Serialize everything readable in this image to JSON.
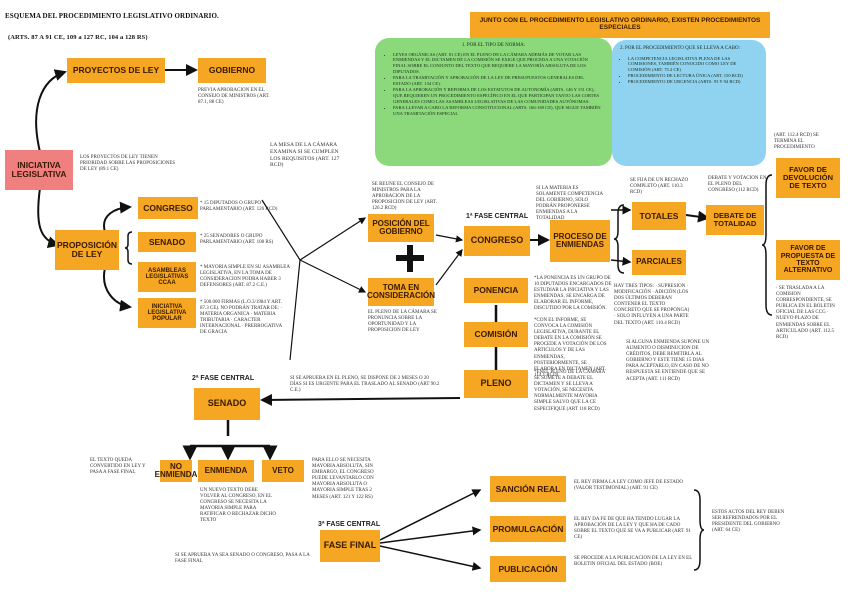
{
  "header": {
    "title": "ESQUEMA DEL PROCEDIMIENTO LEGISLATIVO ORDINARIO.",
    "subtitle": "(ARTS. 87 A 91 CE, 109 a 127 RC, 104 a 128 RS)"
  },
  "boxes": {
    "iniciativa": "INICIATIVA LEGISLATIVA",
    "proyectos": "PROYECTOS DE LEY",
    "gobierno": "GOBIERNO",
    "proposicion": "PROPOSICIÓN DE LEY",
    "congreso": "CONGRESO",
    "senado_ini": "SENADO",
    "asambleas": "ASAMBLEAS LEGISLATIVAS CCAA",
    "popular": "INICIATIVA LEGISLATIVA POPULAR",
    "posicion_gobierno": "POSICIÓN DEL GOBIERNO",
    "toma": "TOMA EN CONSIDERACIÓN",
    "congreso_fase": "CONGRESO",
    "ponencia": "PONENCIA",
    "comision": "COMISIÓN",
    "pleno": "PLENO",
    "proceso_enmiendas": "PROCESO DE ENMIENDAS",
    "totales": "TOTALES",
    "parciales": "PARCIALES",
    "debate_totalidad": "DEBATE DE TOTALIDAD",
    "favor_devolucion": "FAVOR DE DEVOLUCIÓN DE TEXTO",
    "favor_propuesta": "FAVOR DE PROPUESTA DE TEXTO ALTERNATIVO",
    "senado_fase": "SENADO",
    "no_enmienda": "NO ENMIENDA",
    "enmienda": "ENMIENDA",
    "veto": "VETO",
    "fase_final": "FASE FINAL",
    "sancion": "SANCIÓN REAL",
    "promulgacion": "PROMULGACIÓN",
    "publicacion": "PUBLICACIÓN",
    "junto": "JUNTO CON EL PROCEDIMIENTO LEGISLATIVO ORDINARIO, EXISTEN PROCEDIMIENTOS ESPECIALES"
  },
  "phases": {
    "fase1": "1ª FASE CENTRAL",
    "fase2": "2ª FASE CENTRAL",
    "fase3": "3ª FASE CENTRAL"
  },
  "notes": {
    "gobierno_note": "PREVIA APROBACION EN EL CONSEJO DE MINISTROS (ART. 87.1, 88 CE)",
    "proyectos_note": "LOS PROYECTOS DE LEY TIENEN PRIORIDAD SOBRE LAS PROPOSICIONES DE LEY (89.1 CE)",
    "congreso_note": "* 15 DIPUTADOS O GRUPO PARLAMENTARIO (ART. 126 RCD)",
    "senado_note": "* 25 SENADORES O GRUPO PARLAMENTARIO (ART. 108 RS)",
    "asambleas_note": "* MAYORIA SIMPLE EN SU ASAMBLEA LEGISLATIVA, EN LA TOMA DE CONSIDERACION PODRA HABER 3 DEFENSORES (ART. 87.2 C.E.)",
    "popular_note": "* 500.000 FIRMAS (L.O.3/1984 Y ART. 87.3 CE). NO PODRÁN TRATAR DE: · MATERIA ORGANICA · MATERIA TRIBUTARIA · CARACTER INTERNACIONAL · PRERROGATIVA DE GRACIA",
    "mesa": "LA MESA DE LA CÁMARA EXAMINA SI SE CUMPLEN LOS REQUISITOS (ART. 127 RCD)",
    "reune": "SE REUNE EL CONSEJO DE MINISTROS PARA LA APROBACION DE LA PROPOSICION DE LEY (ART. 126.2 RCD)",
    "pleno_camara": "EL PLENO DE LA CÁMARA SE PRONUNCIA SOBRE LA OPORTUNIDAD Y LA PROPOSICION DE LEY",
    "materia": "SI LA MATERIA ES SOLAMENTE COMPETENCIA DEL GOBIERNO, SOLO PODRÁN PROPONERSE ENMIENDAS A LA TOTALIDAD",
    "fija": "SE FIJA DE UN RECHAZO COMPLETO (ART. 110.3 RCD)",
    "debate_note": "DEBATE Y VOTACION EN EL PLENO DEL CONGRESO (112 RCD)",
    "art112": "(ART. 112.4 RCD) SE TERMINA EL PROCEDIMIENTO",
    "traslada": "· SE TRASLADA A LA COMISION CORRESPONDIENTE, SE PUBLICA EN EL BOLETIN OFICIAL DE LAS CCG · NUEVO PLAZO DE ENMIENDAS SOBRE EL ARTICULADO (ART. 112.5 RCD)",
    "tipos": "HAY TRES TIPOS: · SUPRESION · MODIFICACIÓN · ADICIÓN (LOS DOS ÚLTIMOS DEBERAN CONTENER EL TEXTO CONCRETO QUE SE PROPONGA) · SOLO INFLUYEN A UNA PARTE DEL TEXTO (ART. 110.4 RCD)",
    "ponencia_note": "*LA PONENCIA ES UN GRUPO DE 10 DIPUTADOS ENCARGADOS DE ESTUDIAR LA INICIATIVA Y LAS ENMIENDAS, SE ENCARGA DE ELABORAR EL INFORME, DISCUTIDO POR LA COMISIÓN.",
    "comision_note": "*CON EL INFORME, SE CONVOCA LA COMISIÓN LEGISLATIVA, DURANTE EL DEBATE EN LA COMISIÓN SE PROCEDE A VOTACIÓN DE LOS ARTICULOS Y DE LAS ENMIENDAS, POSTERIORMENTE, SE ELABORA EN DICTAMEN (ART. 114.1 RCD)",
    "pleno_note": "*ENEL PLENO DE LA CÁMARA SE SOMETE A DEBATE EL DICTAMEN Y SE LLEVA A VOTACIÓN, SE NECESITA NORMALMENTE MAYORIA SIMPLE SALVO QUE LA CE ESPECIFIQUE (ART 118 RCD)",
    "enmienda_sup": "SI ALGUNA ENMIENDA SUPONE UN AUMENTO O DISMINUCION DE CRÉDITOS, DEBE REMITIRLA AL GOBIERNO Y ESTE TIENE 15 DIAS PARA ACEPTARLO, EN CASO DE NO RESPUESTA SE ENTIENDE QUE SE ACEPTA (ART. 111 RCD)",
    "aprueba_pleno": "SI SE APRUEBA EN EL PLENO, SE DISPONE DE 2 MESES O 20 DÍAS SI ES URGENTE PARA EL TRASLADO AL SENADO (ART 90.2 C.E.)",
    "texto_queda": "EL TEXTO QUEDA CONVERTIDO EN LEY Y PASA A FASE FINAL",
    "nuevo_texto": "UN NUEVO TEXTO DEBE VOLVER AL CONGRESO, EN EL CONGRESO SE NECESITA LA MAYORIA SIMPLE PARA RATIFICAR O RECHAZAR DICHO TEXTO",
    "veto_note": "PARA ELLO SE NECESITA MAYORIA ABSOLUTA, SIN EMBARGO, EL CONGRESO PUEDE LEVANTARLO CON MAYORIA ABSOLUTA O MAYORIA SIMPLE TRAS 2 MESES (ART. 121 Y 122 RS)",
    "aprueba_senado": "SI SE APRUEBA YA SEA SENADO O CONGRESO, PASA A LA FASE FINAL",
    "sancion_note": "EL REY FIRMA LA LEY COMO JEFE DE ESTADO (VALOR TESTIMONIAL) (ART. 91 CE)",
    "promulgacion_note": "EL REY DA FE DE QUE HA TENIDO LUGAR LA APROBACIÓN DE LA LEY Y QUE HA DE CADO SOBRE EL TEXTO QUE SE VA A PUBLICAR (ART. 91 CE)",
    "publicacion_note": "SE PROCEDE A LA PUBLICACION DE LA LEY EN EL BOLETIN OFICIAL DEL ESTADO (BOE)",
    "actos": "ESTOS ACTOS DEL REY DEBEN SER REFRENDADOS POR EL PRESIDENTE DEL GOBIERNO (ART. 64 CE)"
  },
  "green": {
    "title": "1. POR EL TIPO DE NORMA:",
    "items": [
      "LEYES ORGÁNICAS (ART. 81 CE) EN EL PLENO DE LA CÁMARA ADEMÁS DE VOTAR LAS ENMIENDAS Y EL DICTAMEN DE LA COMISIÓN SE EXIGE QUE PROCEDA A UNA VOTACIÓN FINAL SOBRE EL CONJUNTO DEL TEXTO QUE REQUIERE LA MAYORÍA ABSOLUTA DE LOS DIPUTADOS.",
      "PARA LA TRAMITACIÓN Y APROBACIÓN DE LA LEY DE PRESUPUESTOS GENERALES DEL ESTADO (ART. 134 CE).",
      "PARA LA APROBACIÓN Y REFORMA DE LOS ESTATUTOS DE AUTONOMÍA (ARTS. 146 Y 151 CE), QUE REQUIEREN UN PROCEDIMIENTO ESPECÍFICO EN EL QUE PARTICIPAN TANTO LAS CORTES GENERALES COMO LAS ASAMBLEAS LEGISLATIVAS DE LAS COMUNIDADES AUTÓNOMAS.",
      "PARA LLEVAR A CABO LA REFORMA CONSTITUCIONAL (ARTS. 166-169 CE), QUE SIGUE TAMBIÉN UNA TRAMITACIÓN ESPECIAL"
    ]
  },
  "blue": {
    "title": "2. POR EL PROCEDIMIENTO QUE SE LLEVA A CABO:",
    "items": [
      "LA COMPETENCIA LEGISLATIVA PLENA DE LAS COMISIONES, TAMBIÉN CONOCIDO COMO LEY DE COMISIÓN (ART. 75.2 CE)",
      "PROCEDIMIENTO DE LECTURA ÚNICA (ART. 150 RCD)",
      "PROCEDIMIENTO DE URGENCIA (ARTS. 93 Y 94 RCD)"
    ]
  },
  "colors": {
    "accent": "#f5a623",
    "pink": "#f08080",
    "green": "#8bd97a",
    "blue": "#8fd3f0"
  }
}
